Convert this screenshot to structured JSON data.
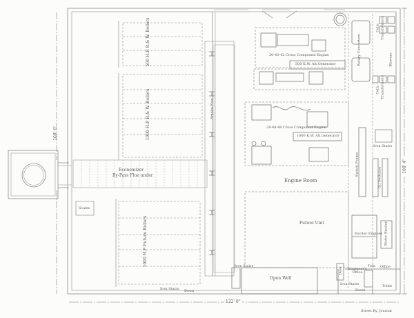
{
  "drawing": {
    "credit": "Street Ry. Journal",
    "dimensions": {
      "overall_width": "122' 8\"",
      "left_height": "108' 0\"",
      "right_height": "108' 4\""
    },
    "rooms": {
      "engine_room": "Engine Room",
      "future_unit": "Future Unit",
      "open_well": "Open Well",
      "engineers_office": "Engineer's Office",
      "office": "Office",
      "tele": "Tele.",
      "toilet": "Toilet"
    },
    "boilers": {
      "top": "500 H.P. B.& W. Boilers",
      "middle": "1000 H.P. B.& W. Boilers",
      "bottom": "1000 H.P. Future Boilers",
      "economizer": "Economizer",
      "bypass_flue": "By-Pass Flue under",
      "smoke_flue": "Smoke Flue",
      "scales": "Scales"
    },
    "engines": {
      "engine1": "20-40-42 Cross Compound Engine",
      "generator1": "500 K.W. Alt.Generator",
      "engine2": "24-48-48 Cross Compound Engine",
      "generator2": "1000 K.W. Alt.Generator"
    },
    "electrical": {
      "rotary_converters": "Rotary Converters",
      "switch_frame": "Switch Frame",
      "oil_switches": "Oil Switches",
      "cells": "Cells",
      "transformers": "Transformers",
      "blowers": "Blowers",
      "exciter_engines": "Exciter Engines",
      "motor_exciter": "Motor Exciter"
    },
    "stairs": {
      "iron_stairs": "Iron Stairs",
      "down": "Down",
      "desk": "Desk"
    }
  }
}
